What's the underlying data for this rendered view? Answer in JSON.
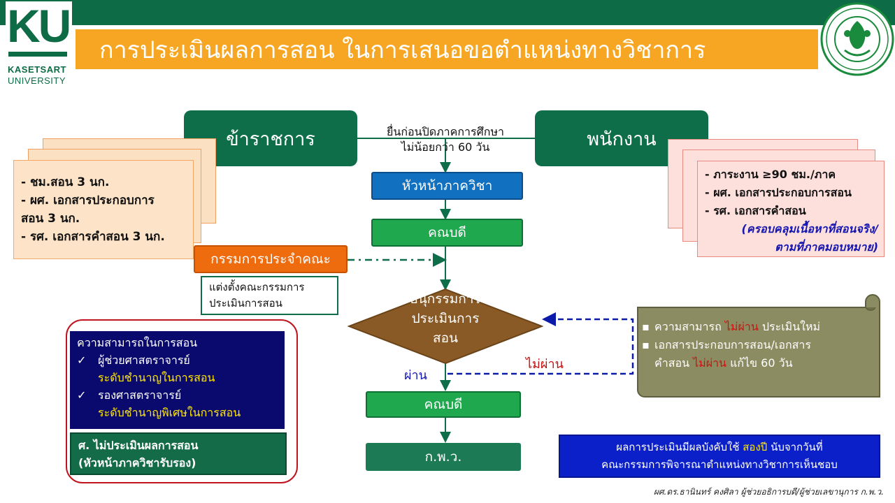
{
  "header": {
    "logo_letters": "KU",
    "logo_line1": "KASETSART",
    "logo_line2": "UNIVERSITY",
    "title": "การประเมินผลการสอน ในการเสนอขอตำแหน่งทางวิชาการ",
    "seal_icon": "university-seal-icon"
  },
  "submit_note": {
    "line1": "ยื่นก่อนปิดภาคการศึกษา",
    "line2": "ไม่น้อยกว่า 60 วัน"
  },
  "civil_servant": {
    "label": "ข้าราชการ",
    "items": [
      "- ชม.สอน 3 นก.",
      "- ผศ. เอกสารประกอบการ",
      "สอน 3 นก.",
      "- รศ. เอกสารคำสอน 3 นก."
    ]
  },
  "employee": {
    "label": "พนักงาน",
    "items": [
      "- ภาระงาน ≥90 ชม./ภาค",
      "- ผศ. เอกสารประกอบการสอน",
      "- รศ. เอกสารคำสอน"
    ],
    "note_line1": "(ครอบคลุมเนื้อหาที่สอนจริง/",
    "note_line2": "ตามที่ภาคมอบหมาย)"
  },
  "flow": {
    "dept_head": "หัวหน้าภาควิชา",
    "dean1": "คณบดี",
    "faculty_committee": "กรรมการประจำคณะ",
    "appoint_line1": "แต่งตั้งคณะกรรมการ",
    "appoint_line2": "ประเมินการสอน",
    "subcommittee_line1": "อนุกรรมการ",
    "subcommittee_line2": "ประเมินการ",
    "subcommittee_line3": "สอน",
    "pass": "ผ่าน",
    "fail": "ไม่ผ่าน",
    "dean2": "คณบดี",
    "kpw": "ก.พ.ว."
  },
  "ability_panel": {
    "heading": "ความสามารถในการสอน",
    "check_icon": "check-icon",
    "item1_title": "ผู้ช่วยศาสตราจารย์",
    "item1_level": "ระดับชำนาญในการสอน",
    "item2_title": "รองศาสตราจารย์",
    "item2_level": "ระดับชำนาญพิเศษในการสอน",
    "prof_line1": "ศ. ไม่ประเมินผลการสอน",
    "prof_line2": "(หัวหน้าภาควิชารับรอง)"
  },
  "fail_panel": {
    "b1_pre": "ความสามารถ ",
    "b1_red": "ไม่ผ่าน",
    "b1_post": " ประเมินใหม่",
    "b2_line1": "เอกสารประกอบการสอน/เอกสาร",
    "b2_pre": "คำสอน ",
    "b2_red": "ไม่ผ่าน",
    "b2_post": " แก้ไข 60 วัน"
  },
  "result_note": {
    "line1_pre": "ผลการประเมินมีผลบังคับใช้ ",
    "line1_yellow": "สองปี",
    "line1_post": " นับจากวันที่",
    "line2": "คณะกรรมการพิจารณาตำแหน่งทางวิชาการเห็นชอบ"
  },
  "credit": "ผศ.ดร.ธานินทร์ คงศิลา ผู้ช่วยอธิการบดี/ผู้ช่วยเลขานุการ ก.พ.ว.",
  "colors": {
    "brand_green": "#0d6b45",
    "title_orange": "#f6a623",
    "dept_blue": "#1170c0",
    "dean_green": "#1fa84e",
    "committee_orange": "#ee6b0e",
    "diamond_brown": "#8a5a26",
    "navy": "#0a0a6e",
    "fail_red": "#d01010"
  }
}
